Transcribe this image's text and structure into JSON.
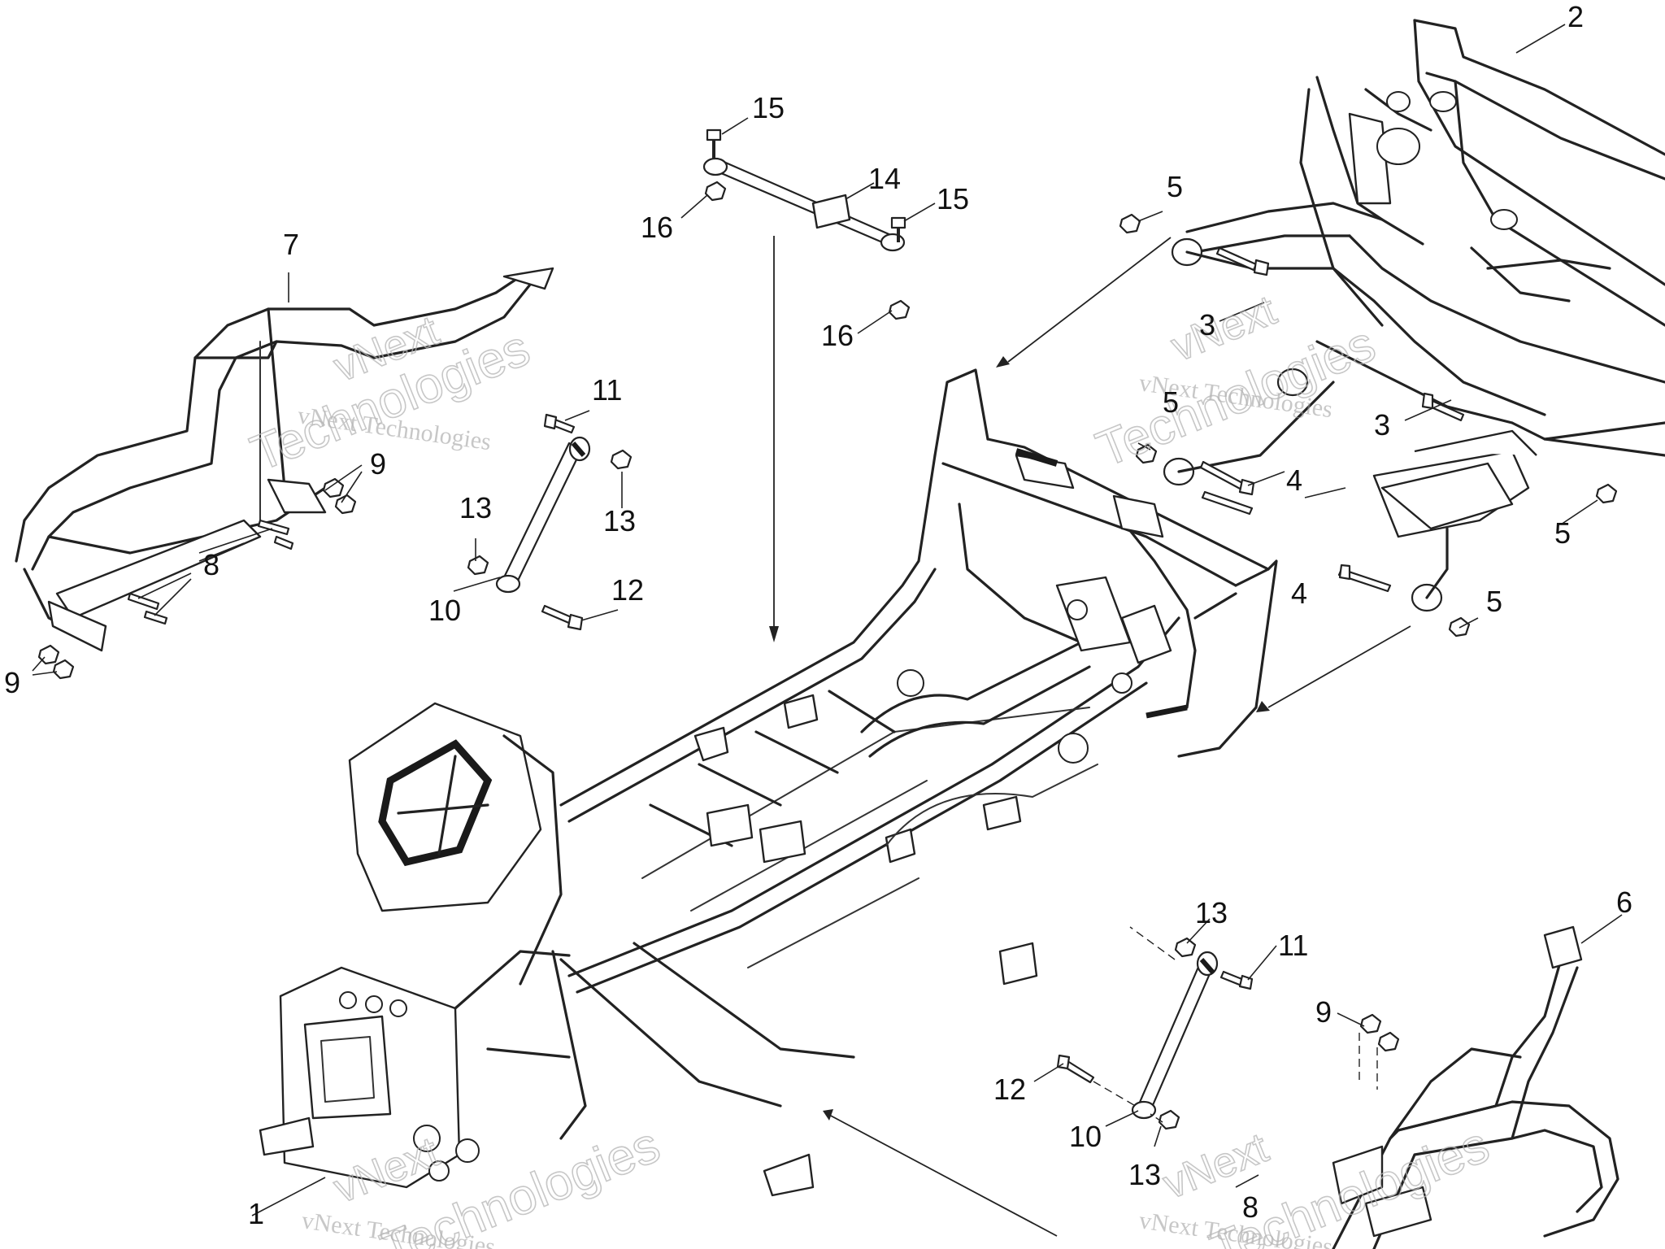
{
  "callouts": {
    "c1": "1",
    "c2": "2",
    "c3a": "3",
    "c3b": "3",
    "c4a": "4",
    "c4b": "4",
    "c5a": "5",
    "c5b": "5",
    "c5c": "5",
    "c5d": "5",
    "c6": "6",
    "c7": "7",
    "c8a": "8",
    "c8b": "8",
    "c9a": "9",
    "c9b": "9",
    "c9c": "9",
    "c10a": "10",
    "c10b": "10",
    "c11a": "11",
    "c11b": "11",
    "c12a": "12",
    "c12b": "12",
    "c13a": "13",
    "c13b": "13",
    "c13c": "13",
    "c13d": "13",
    "c14": "14",
    "c15a": "15",
    "c15b": "15",
    "c16a": "16",
    "c16b": "16"
  },
  "watermark": {
    "brand": "vNext Technologies",
    "word1": "vNext",
    "word2": "Technologies"
  },
  "colors": {
    "line": "#222222",
    "background": "#ffffff",
    "watermark": "#9a9a9a"
  }
}
